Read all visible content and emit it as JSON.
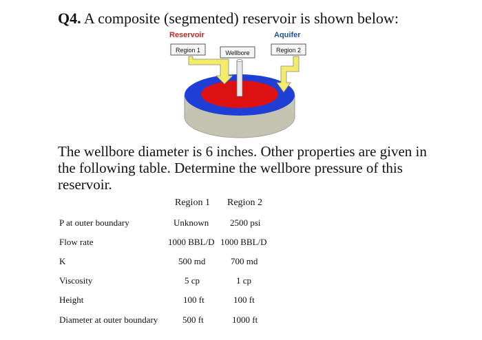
{
  "question": {
    "number": "Q4.",
    "text": " A composite (segmented) reservoir is shown below:"
  },
  "figure": {
    "reservoir_label": "Reservoir",
    "aquifer_label": "Aquifer",
    "region1_label": "Region 1",
    "wellbore_label": "Wellbore",
    "region2_label": "Region 2",
    "colors": {
      "outer_ring": "#1e3ed6",
      "inner_disk": "#dd1111",
      "base": "#c8c8b8",
      "arrow": "#f2ec6a",
      "label_red": "#c0281e",
      "label_blue": "#1f4f9f"
    }
  },
  "paragraph": "The wellbore diameter is 6 inches. Other properties are given in the following table. Determine the wellbore pressure of this reservoir.",
  "table": {
    "headers": [
      "Region 1",
      "Region 2"
    ],
    "rows": [
      {
        "label": "P at outer boundary",
        "r1": "Unknown",
        "r2": "2500 psi"
      },
      {
        "label": "Flow rate",
        "r1": "1000 BBL/D",
        "r2": "1000 BBL/D"
      },
      {
        "label": "K",
        "r1": "500 md",
        "r2": "700 md"
      },
      {
        "label": "Viscosity",
        "r1": "5 cp",
        "r2": "1 cp"
      },
      {
        "label": "Height",
        "r1": "100 ft",
        "r2": "100 ft"
      },
      {
        "label": "Diameter at outer boundary",
        "r1": "500 ft",
        "r2": "1000 ft"
      }
    ]
  }
}
